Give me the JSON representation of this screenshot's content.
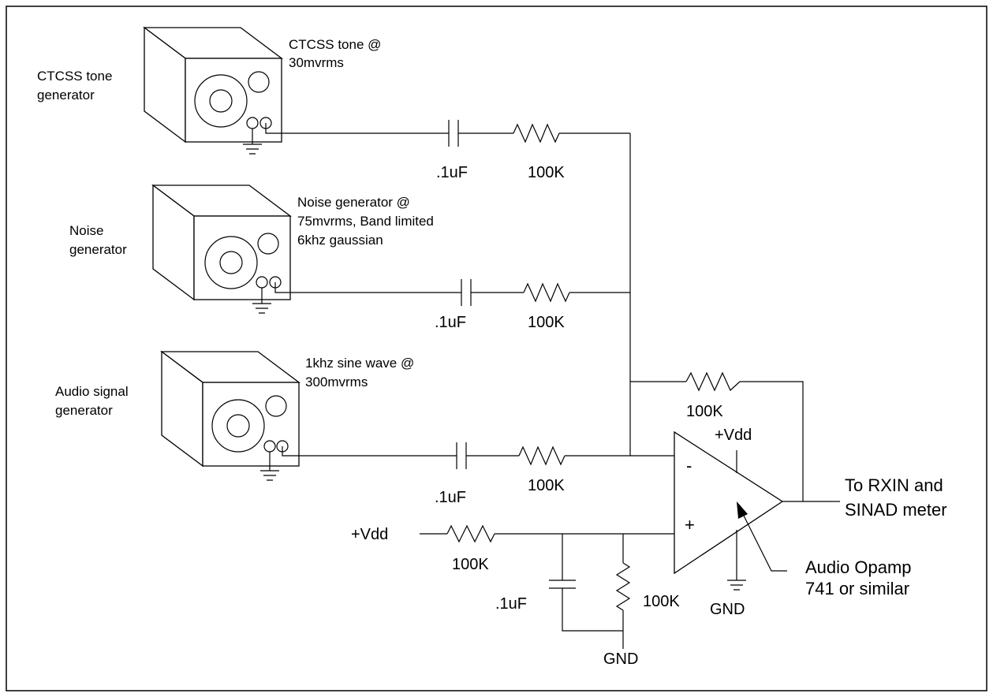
{
  "generators": [
    {
      "id": "ctcss",
      "name_lines": [
        "CTCSS tone",
        "generator"
      ],
      "desc_lines": [
        "CTCSS tone @",
        "30mvrms"
      ]
    },
    {
      "id": "noise",
      "name_lines": [
        "Noise",
        "generator"
      ],
      "desc_lines": [
        "Noise generator @",
        "75mvrms, Band limited",
        "6khz gaussian"
      ]
    },
    {
      "id": "audio",
      "name_lines": [
        "Audio signal",
        "generator"
      ],
      "desc_lines": [
        "1khz sine wave @",
        "300mvrms"
      ]
    }
  ],
  "components": {
    "cap_value": ".1uF",
    "res_value": "100K",
    "supply": "+Vdd",
    "ground": "GND"
  },
  "opamp": {
    "minus": "-",
    "plus": "+",
    "name_lines": [
      "Audio Opamp",
      "741 or similar"
    ]
  },
  "output": {
    "lines": [
      "To RXIN and",
      "SINAD meter"
    ]
  }
}
